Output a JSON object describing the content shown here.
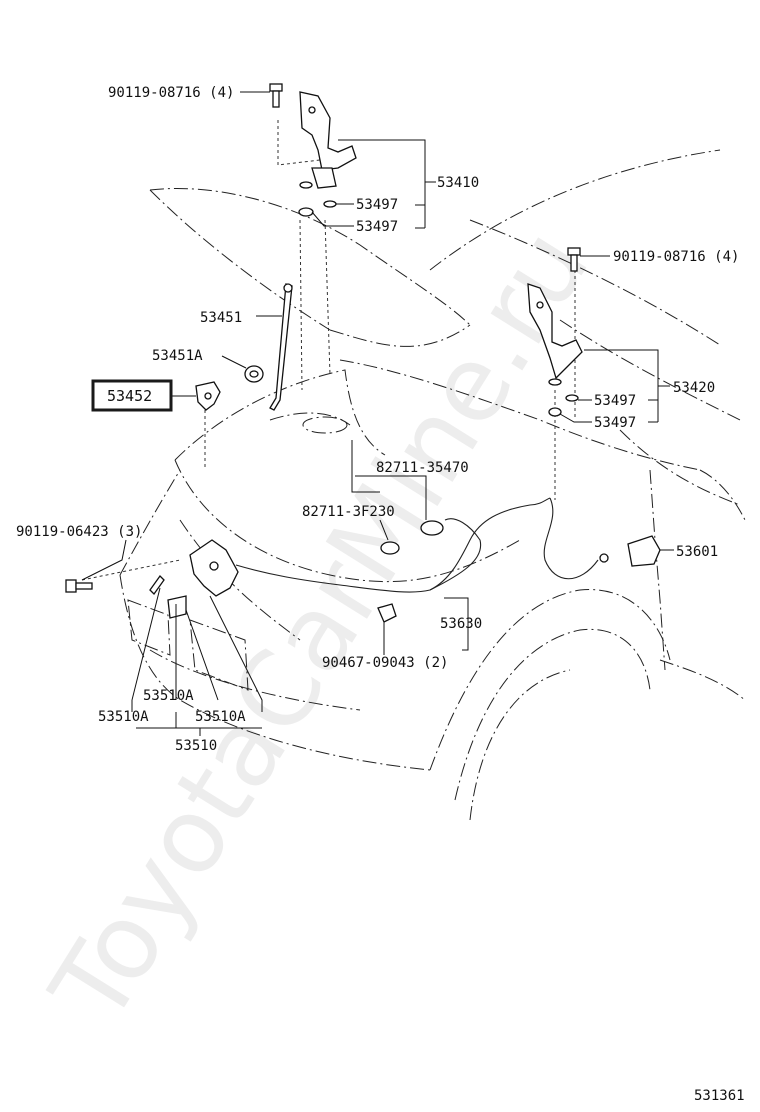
{
  "watermark": "ToyotaCarMine.ru",
  "diagram_number": "531361",
  "colors": {
    "line": "#111111",
    "watermark": "#d8d8d8",
    "highlight_box": "#1a1a1a"
  },
  "labels": {
    "bolt_top_left": "90119-08716 (4)",
    "hinge_right_group": "53410",
    "washer_1": "53497",
    "washer_2": "53497",
    "bolt_top_right": "90119-08716 (4)",
    "hood_support_rod": "53451",
    "support_holder": "53451A",
    "highlighted_part": "53452",
    "hinge_left_group": "53420",
    "washer_3": "53497",
    "washer_4": "53497",
    "clip_1": "82711-35470",
    "clip_2": "82711-3F230",
    "bolt_left": "90119-06423 (3)",
    "release_handle": "53601",
    "cable": "53630",
    "clamp": "90467-09043 (2)",
    "lock_sub_a": "53510A",
    "lock_sub_b": "53510A",
    "lock_sub_c": "53510A",
    "hood_lock_assy": "53510"
  }
}
